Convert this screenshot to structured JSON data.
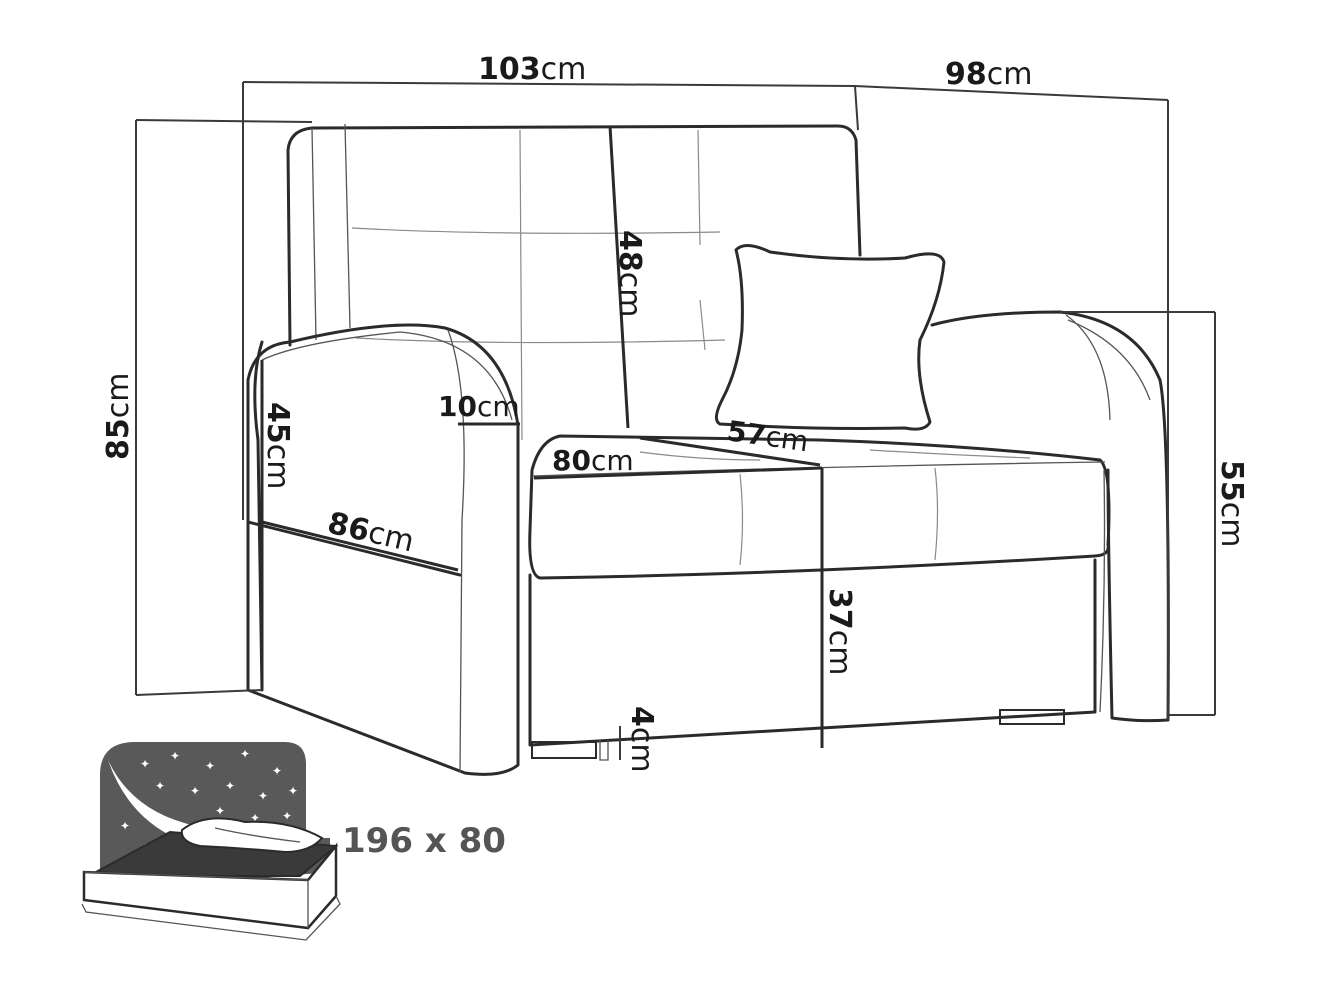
{
  "diagram": {
    "dimensions": {
      "width": {
        "value": "103",
        "unit": "cm"
      },
      "depth": {
        "value": "98",
        "unit": "cm"
      },
      "height": {
        "value": "85",
        "unit": "cm"
      },
      "back_height": {
        "value": "48",
        "unit": "cm"
      },
      "armrest_height": {
        "value": "45",
        "unit": "cm"
      },
      "armrest_width": {
        "value": "10",
        "unit": "cm"
      },
      "seat_depth": {
        "value": "57",
        "unit": "cm"
      },
      "seat_width": {
        "value": "80",
        "unit": "cm"
      },
      "armrest_depth": {
        "value": "86",
        "unit": "cm"
      },
      "side_height": {
        "value": "55",
        "unit": "cm"
      },
      "seat_height": {
        "value": "37",
        "unit": "cm"
      },
      "leg_height": {
        "value": "4",
        "unit": "cm"
      }
    },
    "bed_size": "196 x 80",
    "colors": {
      "line": "#2b2b2b",
      "dark_panel": "#595959",
      "text": "#1a1a1a"
    }
  }
}
